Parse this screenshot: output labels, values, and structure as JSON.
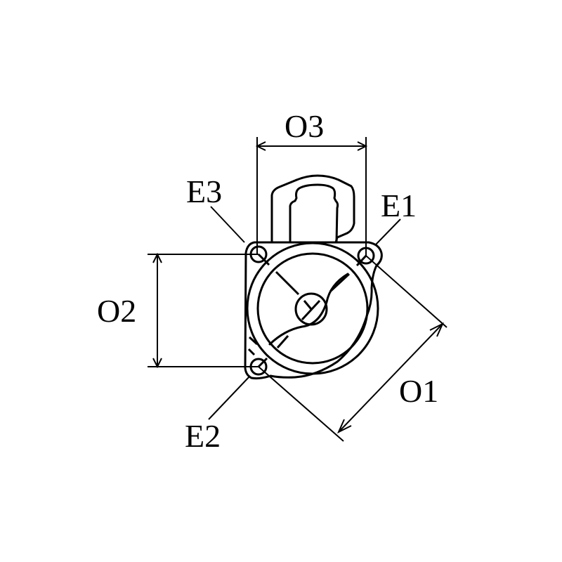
{
  "diagram": {
    "type": "technical-drawing",
    "subject": "starter motor front flange dimensions",
    "stroke_color": "#000000",
    "background": "#ffffff",
    "labels": {
      "o1": "O1",
      "o2": "O2",
      "o3": "O3",
      "e1": "E1",
      "e2": "E2",
      "e3": "E3"
    }
  }
}
